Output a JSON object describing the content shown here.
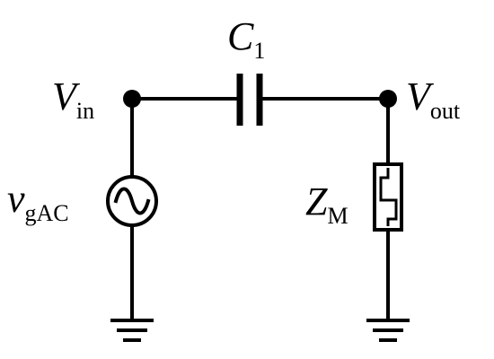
{
  "labels": {
    "capacitor_main": "C",
    "capacitor_sub": "1",
    "vin_main": "V",
    "vin_sub": "in",
    "vout_main": "V",
    "vout_sub": "out",
    "source_main": "v",
    "source_sub": "gAC",
    "load_main": "Z",
    "load_sub": "M"
  },
  "components": {
    "capacitor_icon": "capacitor-icon",
    "source_icon": "ac-voltage-source-icon",
    "load_icon": "impedance-icon",
    "ground_icon": "ground-icon"
  },
  "colors": {
    "stroke": "#000000",
    "background": "#ffffff"
  }
}
